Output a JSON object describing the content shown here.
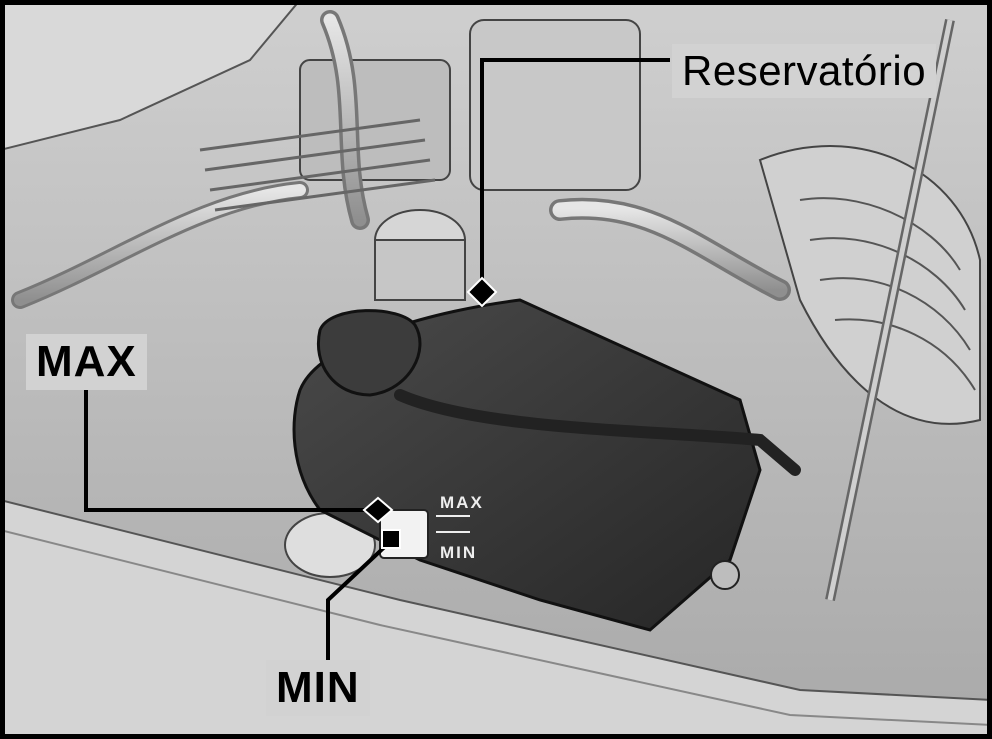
{
  "callouts": {
    "reservoir": "Reservatório",
    "max": "MAX",
    "min": "MIN"
  },
  "tank_markings": {
    "max": "MAX",
    "min": "MIN"
  },
  "colors": {
    "frame": "#000000",
    "label_background": "#d2d2d2",
    "tank": "#3a3a3a",
    "engine_bay": "#bdbdbd",
    "leader_line": "#000000"
  }
}
